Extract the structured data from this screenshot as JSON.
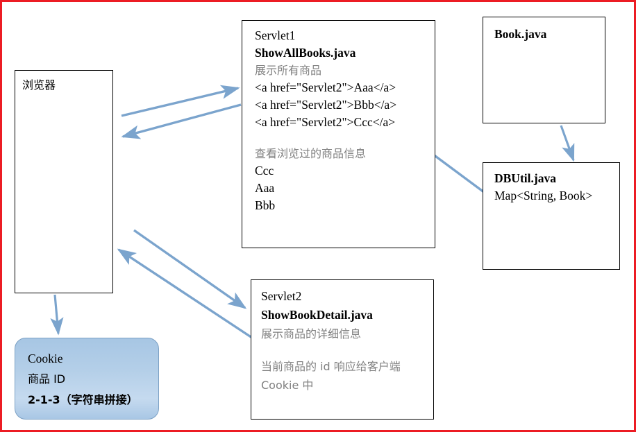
{
  "diagram": {
    "title": "Servlet Cookie Browsing History Flow",
    "border_color": "#ec1c24",
    "arrow_color": "#7ba4cd",
    "boxes": {
      "browser": {
        "name": "browser",
        "lines": [
          "浏览器"
        ]
      },
      "cookie": {
        "name": "cookie",
        "fill": "#aecbe8",
        "lines": [
          "Cookie",
          "商品 ID",
          "2-1-3（字符串拼接）"
        ]
      },
      "servlet1": {
        "name": "servlet1",
        "line1": "Servlet1",
        "line2": "ShowAllBooks.java",
        "line3": "展示所有商品",
        "link_aaa": "<a href=\"Servlet2\">Aaa</a>",
        "link_bbb": "<a href=\"Servlet2\">Bbb</a>",
        "link_ccc": "<a href=\"Servlet2\">Ccc</a>",
        "history_title": "查看浏览过的商品信息",
        "history": [
          "Ccc",
          "Aaa",
          "Bbb"
        ]
      },
      "servlet2": {
        "name": "servlet2",
        "line1": "Servlet2",
        "line2": "ShowBookDetail.java",
        "line3": "展示商品的详细信息",
        "line4": "当前商品的 id 响应给客户端",
        "line5": "Cookie 中"
      },
      "book": {
        "name": "book",
        "line1": "Book.java"
      },
      "dbutil": {
        "name": "dbutil",
        "line1": "DBUtil.java",
        "line2": "Map<String, Book>"
      }
    },
    "arrows": [
      {
        "name": "browser-to-servlet1",
        "from": "browser",
        "to": "servlet1",
        "direction": "right"
      },
      {
        "name": "servlet1-to-browser",
        "from": "servlet1",
        "to": "browser",
        "direction": "left"
      },
      {
        "name": "browser-to-servlet2",
        "from": "browser",
        "to": "servlet2",
        "direction": "down-right"
      },
      {
        "name": "servlet2-to-browser",
        "from": "servlet2",
        "to": "browser",
        "direction": "up-left"
      },
      {
        "name": "dbutil-to-servlet1",
        "from": "dbutil",
        "to": "servlet1",
        "direction": "up-left"
      },
      {
        "name": "book-to-dbutil",
        "from": "book",
        "to": "dbutil",
        "direction": "down"
      },
      {
        "name": "browser-to-cookie",
        "from": "browser",
        "to": "cookie",
        "direction": "down"
      }
    ]
  }
}
